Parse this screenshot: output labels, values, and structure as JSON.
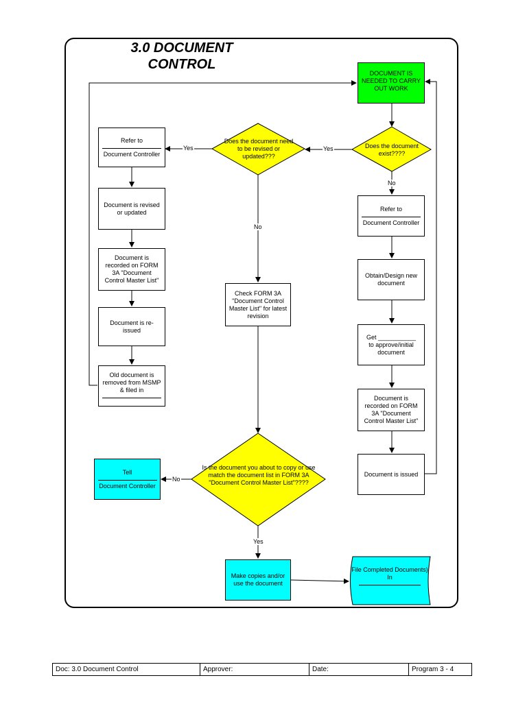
{
  "title": "3.0 DOCUMENT\nCONTROL",
  "nodes": {
    "start": "DOCUMENT IS NEEDED TO CARRY OUT WORK",
    "exist_q": "Does the document exist????",
    "revise_q": "Does the document need to be revised or updated???",
    "refer_left": "Refer to",
    "refer_left_role": "Document Controller",
    "revised": "Document is revised or updated",
    "recorded_left": "Document is recorded on FORM 3A \"Document Control Master List\"",
    "reissued": "Document is re-issued",
    "old_removed": "Old document is removed from MSMP &  filed in",
    "check_form": "Check  FORM 3A \"Document Control Master List\" for latest revision",
    "refer_right": "Refer to",
    "refer_right_role": "Document Controller",
    "obtain": "Obtain/Design new document",
    "get_approve_1": "Get ___________",
    "get_approve_2": "to approve/initial document",
    "recorded_right": "Document is recorded on FORM 3A \"Document Control Master List\"",
    "issued": "Document is issued",
    "match_q": "Is the document you about to copy or use match the document list in FORM 3A \"Document Control Master List\"????",
    "tell": "Tell",
    "tell_role": "Document Controller",
    "make_copies": "Make copies and/or use the document",
    "file_completed": "File Completed Documents)\nIn"
  },
  "labels": {
    "yes": "Yes",
    "no": "No"
  },
  "footer": {
    "doc": "Doc: 3.0 Document Control",
    "approver": "Approver:",
    "date": "Date:",
    "program": "Program 3 - 4"
  },
  "colors": {
    "start_fill": "#00ff00",
    "decision_fill": "#ffff00",
    "highlight_fill": "#00ffff"
  }
}
